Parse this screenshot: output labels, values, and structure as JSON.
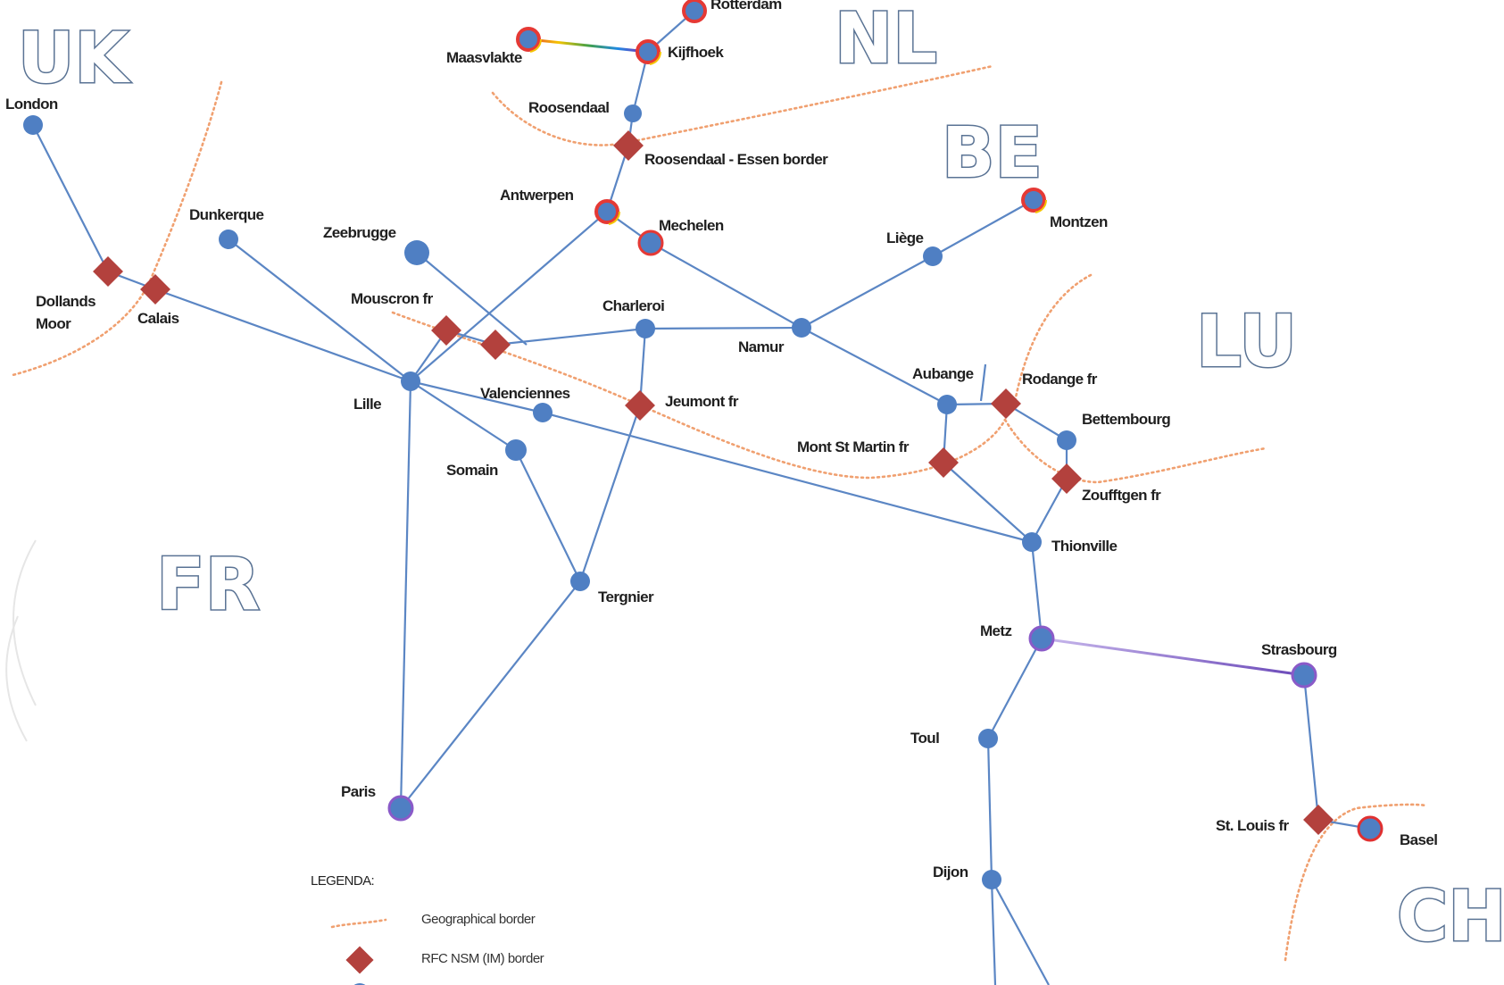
{
  "countries": {
    "uk": "UK",
    "nl": "NL",
    "be": "BE",
    "lu": "LU",
    "fr": "FR",
    "ch": "CH"
  },
  "stations": {
    "rotterdam_partial": "Rotterdam",
    "maasvlakte": "Maasvlakte",
    "kijfhoek": "Kijfhoek",
    "roosendaal": "Roosendaal",
    "roosendaal_essen_border": "Roosendaal - Essen border",
    "london": "London",
    "antwerpen": "Antwerpen",
    "mechelen": "Mechelen",
    "dunkerque": "Dunkerque",
    "zeebrugge": "Zeebrugge",
    "liege": "Liège",
    "montzen": "Montzen",
    "dollands_moor_1": "Dollands",
    "dollands_moor_2": "Moor",
    "calais": "Calais",
    "mouscron_fr": "Mouscron fr",
    "charleroi": "Charleroi",
    "namur": "Namur",
    "aubange": "Aubange",
    "rodange_fr": "Rodange fr",
    "lille": "Lille",
    "valenciennes": "Valenciennes",
    "jeumont_fr": "Jeumont fr",
    "bettembourg": "Bettembourg",
    "mont_st_martin_fr": "Mont St Martin fr",
    "somain": "Somain",
    "zoufftgen_fr": "Zoufftgen fr",
    "thionville": "Thionville",
    "tergnier": "Tergnier",
    "metz": "Metz",
    "strasbourg": "Strasbourg",
    "toul": "Toul",
    "paris": "Paris",
    "st_louis_fr": "St. Louis fr",
    "basel": "Basel",
    "dijon": "Dijon"
  },
  "legend": {
    "title": "LEGENDA:",
    "geographical_border": "Geographical border",
    "rfc_border": "RFC NSM (IM) border"
  },
  "colors": {
    "node_fill": "#4f7fc3",
    "line": "#5b86c4",
    "diamond": "#b3413d",
    "geo_border": "#f0a070",
    "metz_strasbourg_ring": "#8a5ac8",
    "basel_ring": "#e03030"
  }
}
